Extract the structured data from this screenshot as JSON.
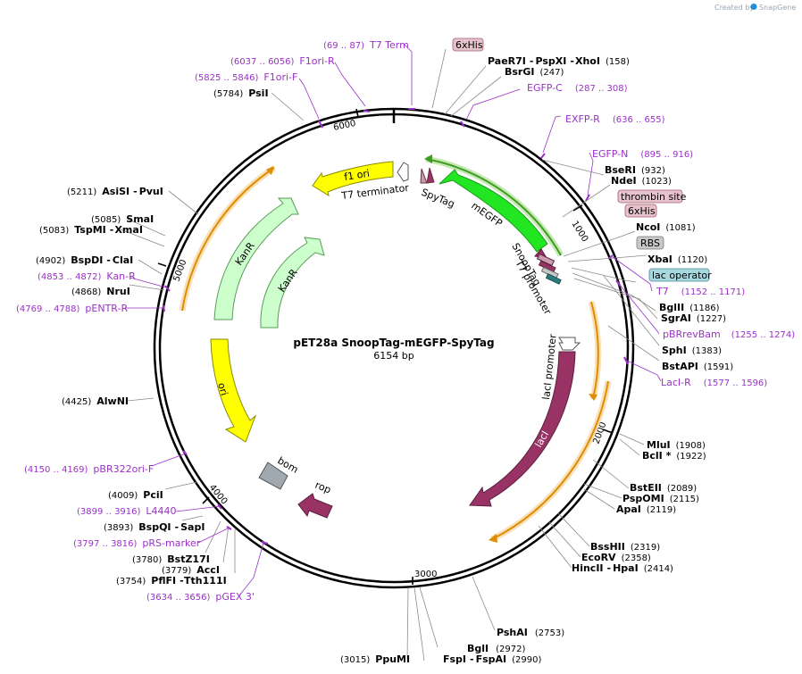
{
  "credit": {
    "prefix": "Created by",
    "brand": "SnapGene"
  },
  "title": "pET28a SnoopTag-mEGFP-SpyTag",
  "length_label": "6154 bp",
  "ticks": [
    "1000",
    "2000",
    "3000",
    "4000",
    "5000",
    "6000"
  ],
  "features": {
    "mEGFP": "mEGFP",
    "SpyTag": "SpyTag",
    "SnoopTag": "SnoopTag",
    "T7promoter": "T7 promoter",
    "f1ori": "f1 ori",
    "T7terminator": "T7 terminator",
    "KanR_outer": "KanR",
    "KanR_inner": "KanR",
    "ori": "ori",
    "bom": "bom",
    "rop": "rop",
    "lacI": "lacI",
    "lacIpromoter": "lacI promoter"
  },
  "boxed_labels": {
    "sixhis_top": "6xHis",
    "thrombin": "thrombin site",
    "sixhis_right": "6xHis",
    "rbs": "RBS",
    "lacop": "lac operator"
  },
  "sites": {
    "paer7i": "PaeR7I",
    "pspxi": "PspXI",
    "xhoi": "XhoI",
    "pos158": "(158)",
    "bsrgi": "BsrGI",
    "pos247": "(247)",
    "bseri": "BseRI",
    "pos932": "(932)",
    "ndei": "NdeI",
    "pos1023": "(1023)",
    "ncoi": "NcoI",
    "pos1081": "(1081)",
    "xbai": "XbaI",
    "pos1120": "(1120)",
    "bglii": "BglII",
    "pos1186": "(1186)",
    "sgrai": "SgrAI",
    "pos1227": "(1227)",
    "sphi": "SphI",
    "pos1383": "(1383)",
    "bstapi": "BstAPI",
    "pos1591": "(1591)",
    "mlui": "MluI",
    "pos1908": "(1908)",
    "bcli": "BclI *",
    "pos1922": "(1922)",
    "bsteii": "BstEII",
    "pos2089": "(2089)",
    "pspomi": "PspOMI",
    "pos2115": "(2115)",
    "apai": "ApaI",
    "pos2119": "(2119)",
    "bsshii": "BssHII",
    "pos2319": "(2319)",
    "ecorv": "EcoRV",
    "pos2358": "(2358)",
    "hincii": "HincII",
    "hpai": "HpaI",
    "pos2414": "(2414)",
    "pshai": "PshAI",
    "pos2753": "(2753)",
    "bgli": "BglI",
    "pos2972": "(2972)",
    "fspi": "FspI",
    "fspai": "FspAI",
    "pos2990": "(2990)",
    "ppumi": "PpuMI",
    "pos3015": "(3015)",
    "pflfi": "PflFI",
    "tth111i": "Tth111I",
    "pos3754": "(3754)",
    "acci": "AccI",
    "pos3779": "(3779)",
    "bstz17i": "BstZ17I",
    "pos3780": "(3780)",
    "bspqi": "BspQI",
    "sapi": "SapI",
    "pos3893": "(3893)",
    "pcii": "PciI",
    "pos4009": "(4009)",
    "alwni": "AlwNI",
    "pos4425": "(4425)",
    "nrui": "NruI",
    "pos4868": "(4868)",
    "bspdi": "BspDI",
    "clai": "ClaI",
    "pos4902": "(4902)",
    "tspmi": "TspMI",
    "xmai": "XmaI",
    "pos5083": "(5083)",
    "smai": "SmaI",
    "pos5085": "(5085)",
    "asisi": "AsiSI",
    "pvui": "PvuI",
    "pos5211": "(5211)",
    "psii": "PsiI",
    "pos5784": "(5784)"
  },
  "primers": {
    "t7term": "T7 Term",
    "t7term_pos": "(69 .. 87)",
    "f1orir": "F1ori-R",
    "f1orir_pos": "(6037 .. 6056)",
    "f1orif": "F1ori-F",
    "f1orif_pos": "(5825 .. 5846)",
    "egfpc": "EGFP-C",
    "egfpc_pos": "(287 .. 308)",
    "exfpr": "EXFP-R",
    "exfpr_pos": "(636 .. 655)",
    "egfpn": "EGFP-N",
    "egfpn_pos": "(895 .. 916)",
    "t7": "T7",
    "t7_pos": "(1152 .. 1171)",
    "prevbam": "pBRrevBam",
    "prevbam_pos": "(1255 .. 1274)",
    "lacir": "LacI-R",
    "lacir_pos": "(1577 .. 1596)",
    "kanr": "Kan-R",
    "kanr_pos": "(4853 .. 4872)",
    "pentrr": "pENTR-R",
    "pentrr_pos": "(4769 .. 4788)",
    "pbr322": "pBR322ori-F",
    "pbr322_pos": "(4150 .. 4169)",
    "l4440": "L4440",
    "l4440_pos": "(3899 .. 3916)",
    "prs": "pRS-marker",
    "prs_pos": "(3797 .. 3816)",
    "pgex": "pGEX 3'",
    "pgex_pos": "(3634 .. 3656)"
  },
  "colors": {
    "mEGFP": "#22e622",
    "KanR": "#ccffcc",
    "ori": "#ffff00",
    "f1ori": "#ffff00",
    "lacI": "#993366",
    "rop": "#993366",
    "bom": "#a0a8b0",
    "primer": "#9b30c8",
    "orf": "#f5a623",
    "sixhis": "#e6c3cc",
    "rbs": "#c8c8c8",
    "lacop": "#a7d8e0"
  }
}
